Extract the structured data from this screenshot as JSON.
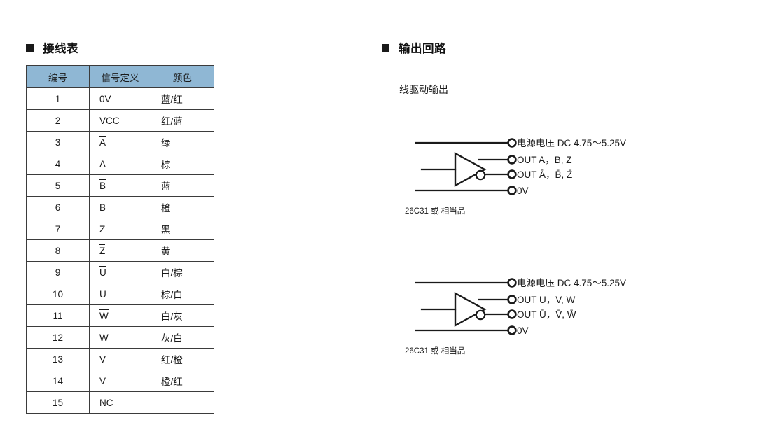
{
  "wiring_section": {
    "heading": "接线表",
    "bullet_icon": "filled-square-icon",
    "table": {
      "headers": [
        "编号",
        "信号定义",
        "颜色"
      ],
      "header_bg": "#8fb7d4",
      "rows": [
        {
          "no": "1",
          "signal": "0V",
          "overbar": false,
          "color": "蓝/红"
        },
        {
          "no": "2",
          "signal": "VCC",
          "overbar": false,
          "color": "红/蓝"
        },
        {
          "no": "3",
          "signal": "A",
          "overbar": true,
          "color": "绿"
        },
        {
          "no": "4",
          "signal": "A",
          "overbar": false,
          "color": "棕"
        },
        {
          "no": "5",
          "signal": "B",
          "overbar": true,
          "color": "蓝"
        },
        {
          "no": "6",
          "signal": "B",
          "overbar": false,
          "color": "橙"
        },
        {
          "no": "7",
          "signal": "Z",
          "overbar": false,
          "color": "黑"
        },
        {
          "no": "8",
          "signal": "Z",
          "overbar": true,
          "color": "黄"
        },
        {
          "no": "9",
          "signal": "U",
          "overbar": true,
          "color": "白/棕"
        },
        {
          "no": "10",
          "signal": "U",
          "overbar": false,
          "color": "棕/白"
        },
        {
          "no": "11",
          "signal": "W",
          "overbar": true,
          "color": "白/灰"
        },
        {
          "no": "12",
          "signal": "W",
          "overbar": false,
          "color": "灰/白"
        },
        {
          "no": "13",
          "signal": "V",
          "overbar": true,
          "color": "红/橙"
        },
        {
          "no": "14",
          "signal": "V",
          "overbar": false,
          "color": "橙/红"
        },
        {
          "no": "15",
          "signal": "NC",
          "overbar": false,
          "color": ""
        }
      ]
    }
  },
  "output_section": {
    "heading": "输出回路",
    "bullet_icon": "filled-square-icon",
    "subtitle": "线驱动输出",
    "circuits": [
      {
        "id": "abz",
        "vcc_label": "电源电压 DC 4.75～5.25V",
        "out_label": "OUT A，B, Z",
        "out_inv_label": "OUT Ā，B̄, Z̄",
        "gnd_label": "0V",
        "note": "26C31 或 相当品"
      },
      {
        "id": "uvw",
        "vcc_label": "电源电压 DC 4.75～5.25V",
        "out_label": "OUT U，V, W",
        "out_inv_label": "OUT Ū，V̄, W̄",
        "gnd_label": "0V",
        "note": "26C31 或 相当品"
      }
    ]
  }
}
